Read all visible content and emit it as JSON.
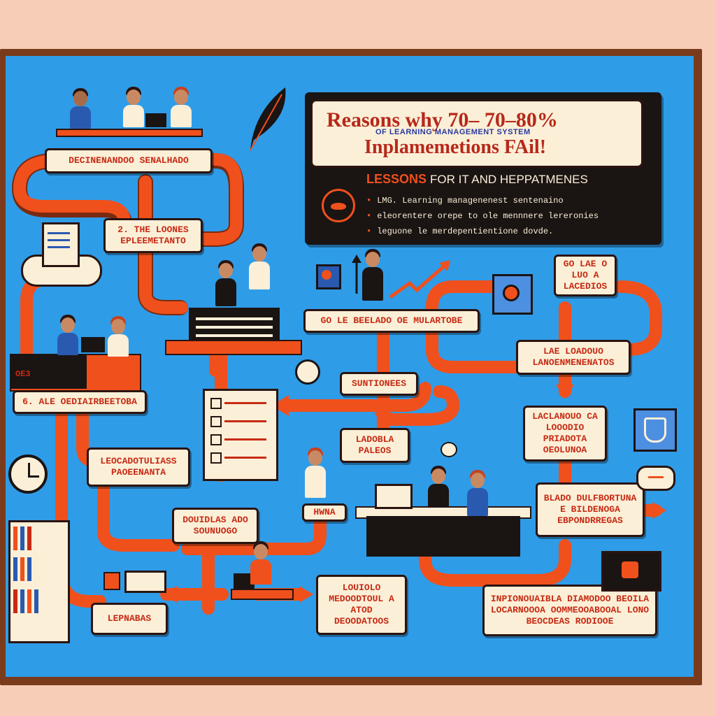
{
  "title": {
    "line1": "Reasons  why 70– 70–80%",
    "line2": "OF LEARNING MANAGEMENT SYSTEM",
    "line3": "Inplamemetions FAil!"
  },
  "lessons": {
    "label": "LESSONS",
    "rest": "FOR IT  AND HEPPATMENES",
    "bullets": [
      "LMG. Learning managenenest sentenaino",
      "eleorentere orepe to ole mennnere lereronies",
      "leguone le merdepentientione dovde."
    ]
  },
  "boxes": {
    "b1": "DECINENANDOO SENALHADO",
    "b2": "2.  THE LOONES EPLEEMETANTO",
    "b3": "GO LE BEELADO OE MULARTOBE",
    "b4": "GO LAE O LUO A LACEDIOS",
    "b5": "LAE LOADOUO LANOENMENENATOS",
    "b6": "SUNTIONEES",
    "b7": "6.  ALE OEDIAIRBEETOBA",
    "b8": "LEOCADOTULIASS PAOEENANTA",
    "b9": "LADOBLA PALEOS",
    "b10": "LACLANOUO CA LOOODIO PRIADOTA OEOLUNOA",
    "b11": "DOUIDLAS ADO SOUNUOGO",
    "b12": "HWNA",
    "b13": "BLADO DULFBORTUNA E BILDENOGA EBPONDRREGAS",
    "b14": "LEPNABAS",
    "b15": "LOUIOLO MEDOODTOUL A ATOD DEOODATOOS",
    "b16": "INPIONOUAIBLA DIAMODOO BEOILA LOCARNOOOA OOMMEOOABOOAL LONO BEOCDEAS RODIOOE",
    "b17": "OE3"
  },
  "colors": {
    "board": "#2f9ce8",
    "frame": "#7a3b1d",
    "accent": "#f0501c",
    "card": "#fbefd7",
    "text_red": "#c72a14"
  }
}
